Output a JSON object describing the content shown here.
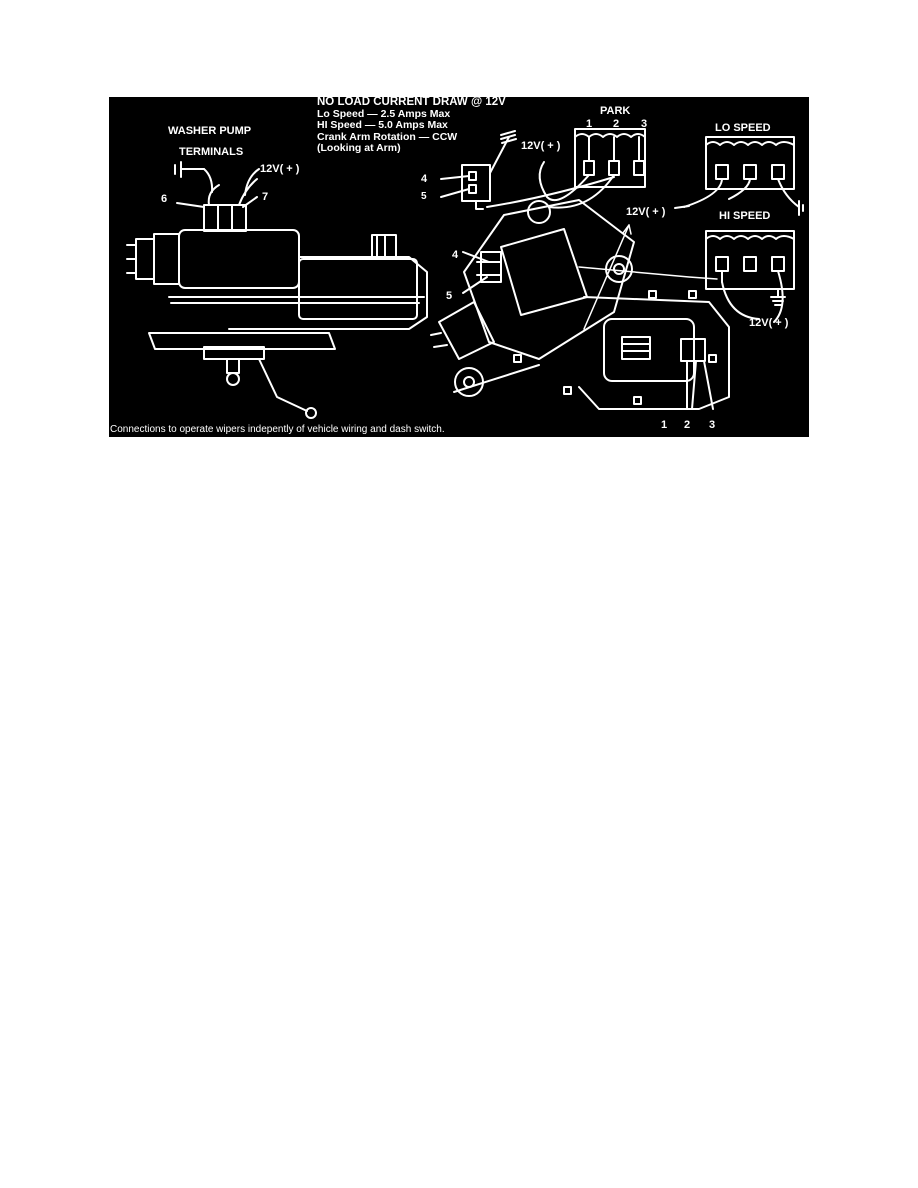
{
  "spec": {
    "title": "NO LOAD CURRENT DRAW @ 12V",
    "lines": [
      "Lo Speed — 2.5 Amps Max",
      "HI Speed — 5.0 Amps Max",
      "Crank Arm Rotation — CCW",
      "(Looking at Arm)"
    ]
  },
  "washer": {
    "title_line1": "WASHER PUMP",
    "title_line2": "TERMINALS",
    "terminal_6": "6",
    "terminal_7": "7",
    "supply": "12V( + )"
  },
  "park": {
    "title": "PARK",
    "pins": [
      "1",
      "2",
      "3"
    ],
    "supply": "12V( + )"
  },
  "lo_speed": {
    "title": "LO SPEED",
    "supply": "12V( + )"
  },
  "hi_speed": {
    "title": "HI SPEED",
    "supply": "12V( + )"
  },
  "motor_connector": {
    "pin_4": "4",
    "pin_5": "5",
    "inset_pin_4": "4",
    "inset_pin_5": "5"
  },
  "bottom_pins": [
    "1",
    "2",
    "3"
  ],
  "caption": "Connections to operate wipers indepently of  vehicle wiring and dash switch.",
  "colors": {
    "background": "#000000",
    "ink": "#ffffff",
    "page": "#ffffff"
  }
}
